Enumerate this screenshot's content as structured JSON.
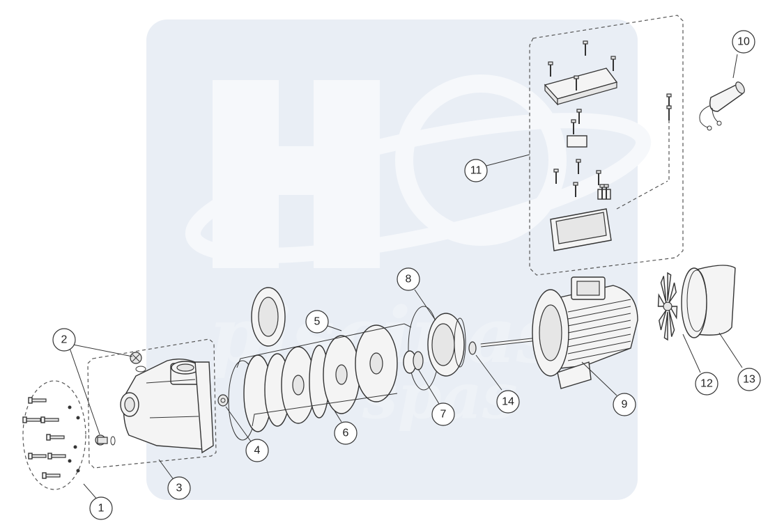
{
  "callouts": [
    {
      "id": 1,
      "label": "1"
    },
    {
      "id": 2,
      "label": "2"
    },
    {
      "id": 3,
      "label": "3"
    },
    {
      "id": 4,
      "label": "4"
    },
    {
      "id": 5,
      "label": "5"
    },
    {
      "id": 6,
      "label": "6"
    },
    {
      "id": 7,
      "label": "7"
    },
    {
      "id": 8,
      "label": "8"
    },
    {
      "id": 9,
      "label": "9"
    },
    {
      "id": 10,
      "label": "10"
    },
    {
      "id": 11,
      "label": "11"
    },
    {
      "id": 12,
      "label": "12"
    },
    {
      "id": 13,
      "label": "13"
    },
    {
      "id": 14,
      "label": "14"
    }
  ],
  "colors": {
    "line": "#333333",
    "watermark": "#e9eef5",
    "background": "#ffffff"
  }
}
